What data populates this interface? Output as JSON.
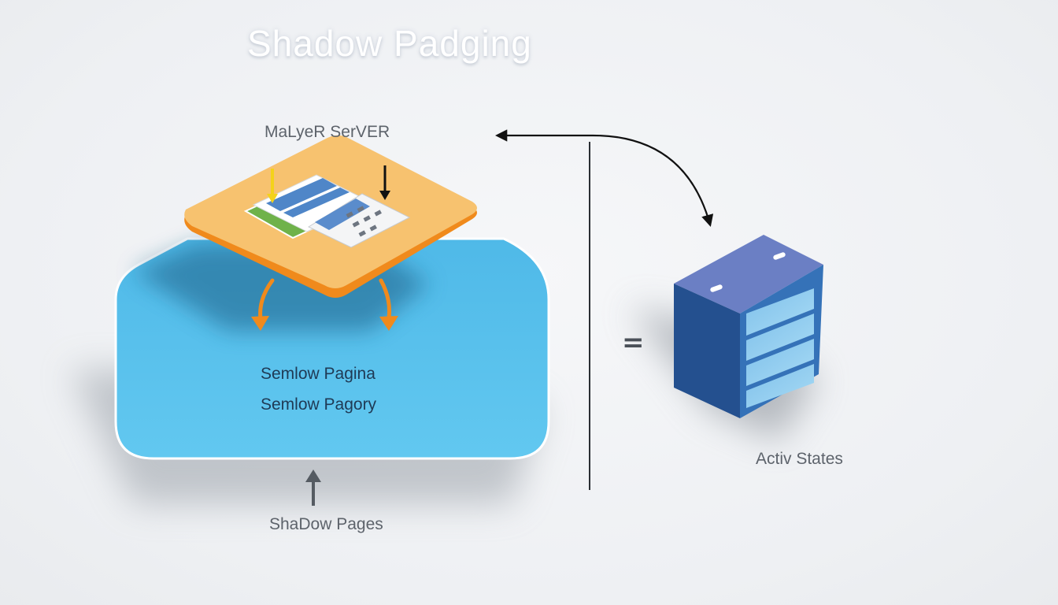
{
  "title": "Shadow  Padging",
  "labels": {
    "top_server": "MaLyeR SerVER",
    "inner_line1": "Semlow Pagina",
    "inner_line2": "Semlow Pagory",
    "bottom_pages": "ShaDow Pages",
    "active_states": "Activ States",
    "equals_sign": "="
  },
  "colors": {
    "platform_top": "#f7c26f",
    "platform_edge": "#f08a1c",
    "shadow_region": "#5ec6ee",
    "cabinet_top": "#6b7fc4",
    "cabinet_front": "#24508f",
    "cabinet_side": "#3572b8",
    "drawer": "#8fcbee",
    "accent_arrow_orange": "#f08a1c",
    "accent_arrow_yellow": "#f4d21a"
  }
}
